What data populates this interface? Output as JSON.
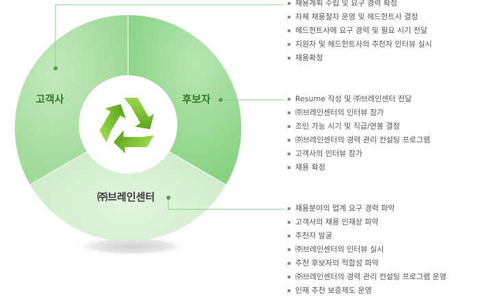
{
  "segments": {
    "client": "고객사",
    "candidate": "후보자",
    "brain": "㈜브레인센터"
  },
  "lists": {
    "client": [
      "채용계획 수립 및 요구 경력 확정",
      "자체 채용절차 운영 및 헤드헌트사 결정",
      "헤드헌트사에 요구 경력 및 필요 시기 전달",
      "지원자 및 헤드헌트사의 추천자 인터뷰 실시",
      "채용확정"
    ],
    "candidate": [
      "Resume 작성 및 ㈜브레인센터 전달",
      "㈜브레인센터의 인터뷰 참가",
      "조인 가능 시기 및 직급/연봉 결정",
      "㈜브레인센터의 경력 관리 컨설팅 프로그램",
      "고객사의 인터뷰 참가",
      "채용 확정"
    ],
    "brain": [
      "채용분야의 업계 요구 경력 파악",
      "고객사의 채용 인재상 파악",
      "추천자 발굴",
      "㈜브레인센터의 인터뷰 실시",
      "추천 후보자의 적합성 파악",
      "㈜브레인센터의 경력 관리 컨설팅 프로그램 운영",
      "인재 추천 보증제도 운영"
    ]
  },
  "colors": {
    "client_segment": "#a9dea3",
    "candidate_segment": "#8fd68c",
    "brain_segment": "#d4efcf",
    "label_text": "#2f7d2a",
    "recycle_icon": "#7cc832",
    "connector": "#8fd08a"
  },
  "icons": {
    "center": "recycle-icon"
  }
}
